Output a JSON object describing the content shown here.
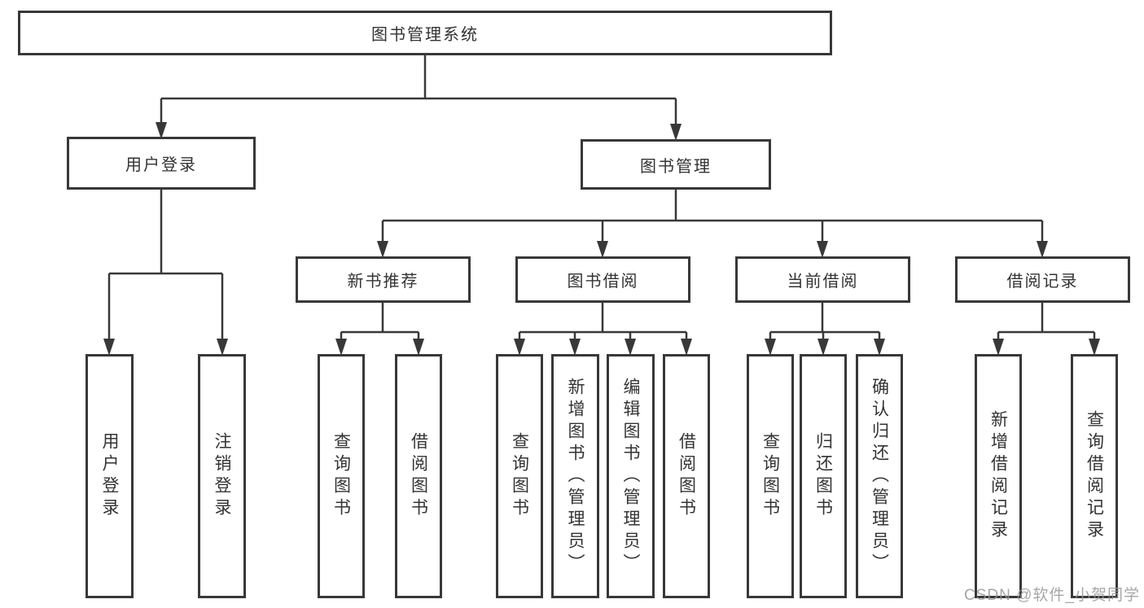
{
  "tree": {
    "label": "图书管理系统",
    "children": [
      {
        "label": "用户登录",
        "children": [
          {
            "label": "用户登录"
          },
          {
            "label": "注销登录"
          }
        ]
      },
      {
        "label": "图书管理",
        "children": [
          {
            "label": "新书推荐",
            "children": [
              {
                "label": "查询图书"
              },
              {
                "label": "借阅图书"
              }
            ]
          },
          {
            "label": "图书借阅",
            "children": [
              {
                "label": "查询图书"
              },
              {
                "label": "新增图书（管理员）"
              },
              {
                "label": "编辑图书（管理员）"
              },
              {
                "label": "借阅图书"
              }
            ]
          },
          {
            "label": "当前借阅",
            "children": [
              {
                "label": "查询图书"
              },
              {
                "label": "归还图书"
              },
              {
                "label": "确认归还（管理员）"
              }
            ]
          },
          {
            "label": "借阅记录",
            "children": [
              {
                "label": "新增借阅记录"
              },
              {
                "label": "查询借阅记录"
              }
            ]
          }
        ]
      }
    ]
  },
  "watermark": "CSDN @软件_小贺同学",
  "colors": {
    "line": "#383838",
    "box_border": "#383838",
    "text": "#333333",
    "background": "#ffffff",
    "watermark": "#969696"
  }
}
